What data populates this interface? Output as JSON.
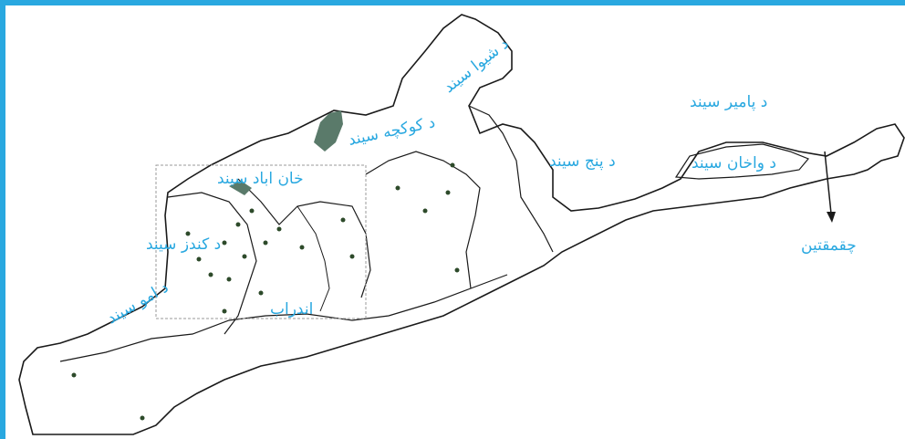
{
  "colors": {
    "border": "#29a8e0",
    "label": "#29a8e0",
    "outline": "#1a1a1a",
    "lake": "#5a7a6a",
    "points": "#2d4a2a"
  },
  "labels": {
    "shewa": "د شیوا سیند",
    "kokcha": "د کوکچه سیند",
    "panj": "د پنج سیند",
    "pamir": "د پامیر سیند",
    "wakhan": "د واخان سیند",
    "chaqmaqtin": "چقمقتین",
    "khanabad": "خان اباد سیند",
    "kunduz": "د کندز سیند",
    "amu": "د امو سیند",
    "andarab": "اندراب"
  }
}
